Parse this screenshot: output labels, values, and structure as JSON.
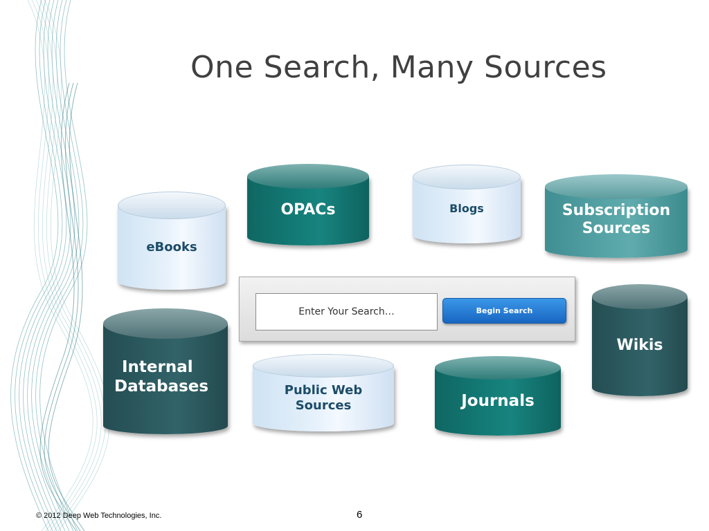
{
  "slide": {
    "title": "One Search, Many Sources",
    "footer": "© 2012 Deep Web Technologies, Inc.",
    "page_number": "6"
  },
  "search": {
    "placeholder": "Enter Your Search…",
    "button_label": "Begin Search"
  },
  "sources": {
    "ebooks": "eBooks",
    "opacs": "OPACs",
    "blogs": "Blogs",
    "subscription_line1": "Subscription",
    "subscription_line2": "Sources",
    "wikis": "Wikis",
    "internal_line1": "Internal",
    "internal_line2": "Databases",
    "public_web_line1": "Public Web",
    "public_web_line2": "Sources",
    "journals": "Journals"
  },
  "colors": {
    "light_cylinder": "#e6f1fb",
    "teal_cylinder": "#147d78",
    "mid_teal_cylinder": "#58a5a8",
    "dark_cylinder": "#2e5e63",
    "button": "#1e74d0"
  }
}
